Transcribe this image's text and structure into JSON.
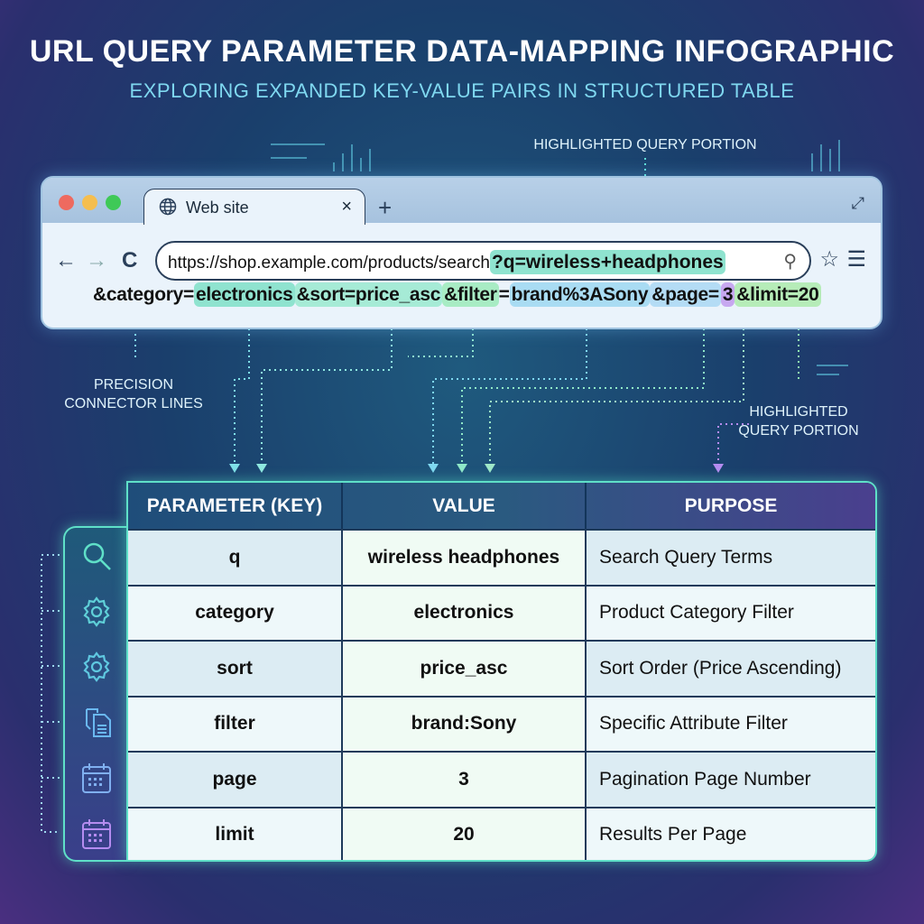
{
  "title": "URL QUERY PARAMETER DATA-MAPPING INFOGRAPHIC",
  "subtitle": "EXPLORING EXPANDED KEY-VALUE PAIRS IN STRUCTURED TABLE",
  "annotations": {
    "top": "HIGHLIGHTED QUERY PORTION",
    "left_line1": "PRECISION",
    "left_line2": "CONNECTOR LINES",
    "right_line1": "HIGHLIGHTED",
    "right_line2": "QUERY PORTION"
  },
  "browser": {
    "tab_title": "Web site",
    "tab_close": "×",
    "new_tab": "+",
    "expand_icon": "expand-icon",
    "back": "←",
    "forward": "→",
    "reload": "C",
    "url_base": "https://shop.example.com/products/search",
    "url_query_first": "?q=wireless+headphones",
    "url_line2": [
      {
        "text": "&category=",
        "hl": ""
      },
      {
        "text": "electronics",
        "hl": "#8fe3cf"
      },
      {
        "text": "&sort=price_asc",
        "hl": "#a6ebd6"
      },
      {
        "text": "&filter",
        "hl": "#a8ecc4"
      },
      {
        "text": "=",
        "hl": ""
      },
      {
        "text": "brand%3ASony",
        "hl": "#a9dcf3"
      },
      {
        "text": "&page=",
        "hl": "#b4dcf5"
      },
      {
        "text": "3",
        "hl": "#c7a8f0"
      },
      {
        "text": "&limit=20",
        "hl": "#b6ecb8"
      }
    ],
    "search_icon": "⚲",
    "star_icon": "☆",
    "menu_icon": "☰"
  },
  "table": {
    "headers": [
      "PARAMETER (KEY)",
      "VALUE",
      "PURPOSE"
    ],
    "rows": [
      {
        "icon": "search-icon",
        "key": "q",
        "value": "wireless headphones",
        "purpose": "Search Query Terms"
      },
      {
        "icon": "gear-icon",
        "key": "category",
        "value": "electronics",
        "purpose": "Product Category Filter"
      },
      {
        "icon": "gear-icon",
        "key": "sort",
        "value": "price_asc",
        "purpose": "Sort Order (Price Ascending)"
      },
      {
        "icon": "document-filter-icon",
        "key": "filter",
        "value": "brand:Sony",
        "purpose": "Specific Attribute Filter"
      },
      {
        "icon": "calendar-icon",
        "key": "page",
        "value": "3",
        "purpose": "Pagination Page Number"
      },
      {
        "icon": "calendar-icon",
        "key": "limit",
        "value": "20",
        "purpose": "Results Per Page"
      }
    ]
  },
  "colors": {
    "accent_teal": "#5fe0c8",
    "accent_purple": "#b58cf0",
    "header_bg": "#1f4d7a"
  }
}
